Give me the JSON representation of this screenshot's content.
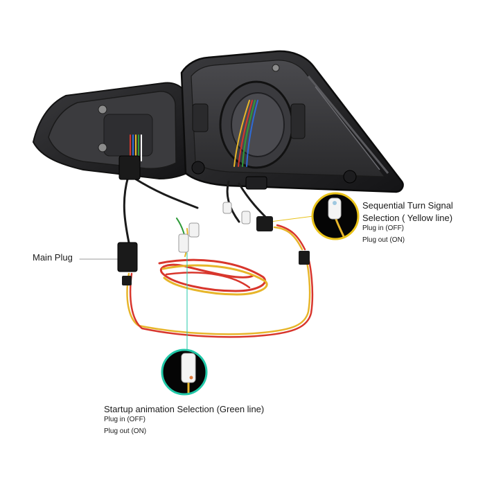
{
  "labels": {
    "main_plug": "Main Plug",
    "sequential": {
      "title_line1": "Sequential Turn Signal",
      "title_line2": "Selection ( Yellow line)",
      "plug_in": "Plug in (OFF)",
      "plug_out": "Plug out (ON)"
    },
    "startup": {
      "title": "Startup animation Selection (Green line)",
      "plug_in": "Plug in (OFF)",
      "plug_out": "Plug out (ON)"
    }
  },
  "colors": {
    "housing": "#2b2b2d",
    "housing_edge": "#111113",
    "wire_yellow": "#e7b52a",
    "wire_red": "#d8362c",
    "wire_black": "#1b1b1b",
    "callout_yellow_ring": "#e9c21a",
    "callout_green_ring": "#21c8a8",
    "connector_white": "#f2f2f2"
  }
}
